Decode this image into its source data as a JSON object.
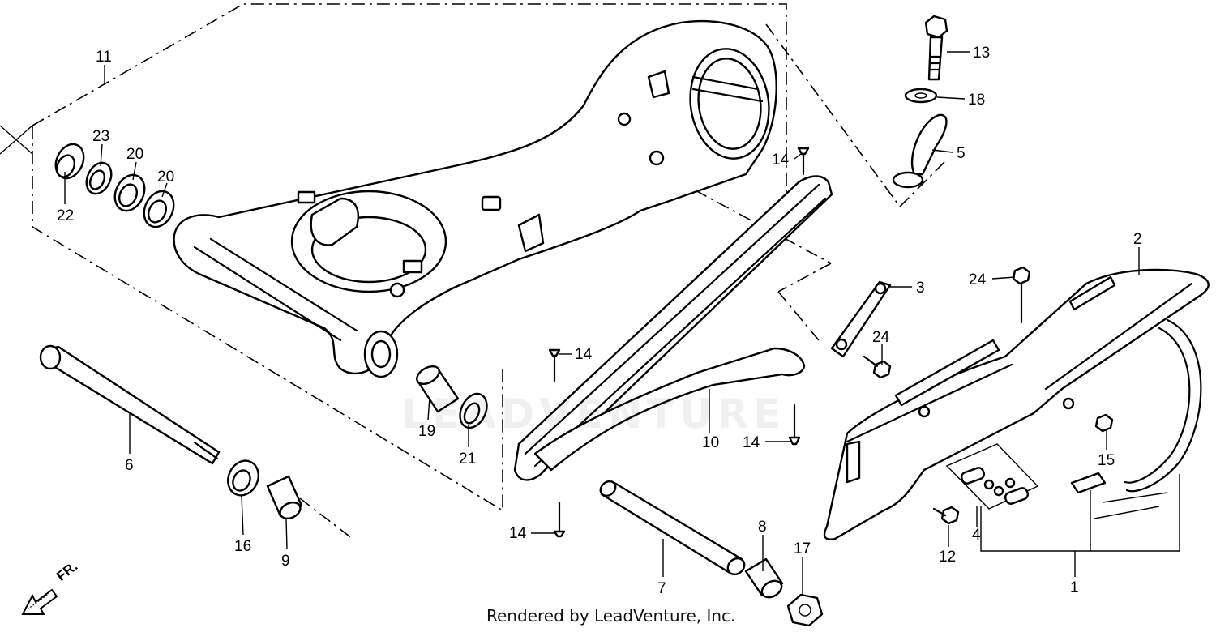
{
  "diagram": {
    "callouts": [
      {
        "id": "p11",
        "label": "11"
      },
      {
        "id": "p23",
        "label": "23"
      },
      {
        "id": "p20a",
        "label": "20"
      },
      {
        "id": "p20b",
        "label": "20"
      },
      {
        "id": "p22",
        "label": "22"
      },
      {
        "id": "p13",
        "label": "13"
      },
      {
        "id": "p18",
        "label": "18"
      },
      {
        "id": "p5",
        "label": "5"
      },
      {
        "id": "p14a",
        "label": "14"
      },
      {
        "id": "p14b",
        "label": "14"
      },
      {
        "id": "p14c",
        "label": "14"
      },
      {
        "id": "p14d",
        "label": "14"
      },
      {
        "id": "p2",
        "label": "2"
      },
      {
        "id": "p3",
        "label": "3"
      },
      {
        "id": "p24a",
        "label": "24"
      },
      {
        "id": "p24b",
        "label": "24"
      },
      {
        "id": "p10",
        "label": "10"
      },
      {
        "id": "p19",
        "label": "19"
      },
      {
        "id": "p21",
        "label": "21"
      },
      {
        "id": "p6",
        "label": "6"
      },
      {
        "id": "p16",
        "label": "16"
      },
      {
        "id": "p9",
        "label": "9"
      },
      {
        "id": "p8",
        "label": "8"
      },
      {
        "id": "p7",
        "label": "7"
      },
      {
        "id": "p17",
        "label": "17"
      },
      {
        "id": "p15",
        "label": "15"
      },
      {
        "id": "p4",
        "label": "4"
      },
      {
        "id": "p12",
        "label": "12"
      },
      {
        "id": "p1",
        "label": "1"
      }
    ],
    "direction_label": "FR.",
    "watermark": "LEADVENTURE",
    "footer": "Rendered by LeadVenture, Inc."
  }
}
